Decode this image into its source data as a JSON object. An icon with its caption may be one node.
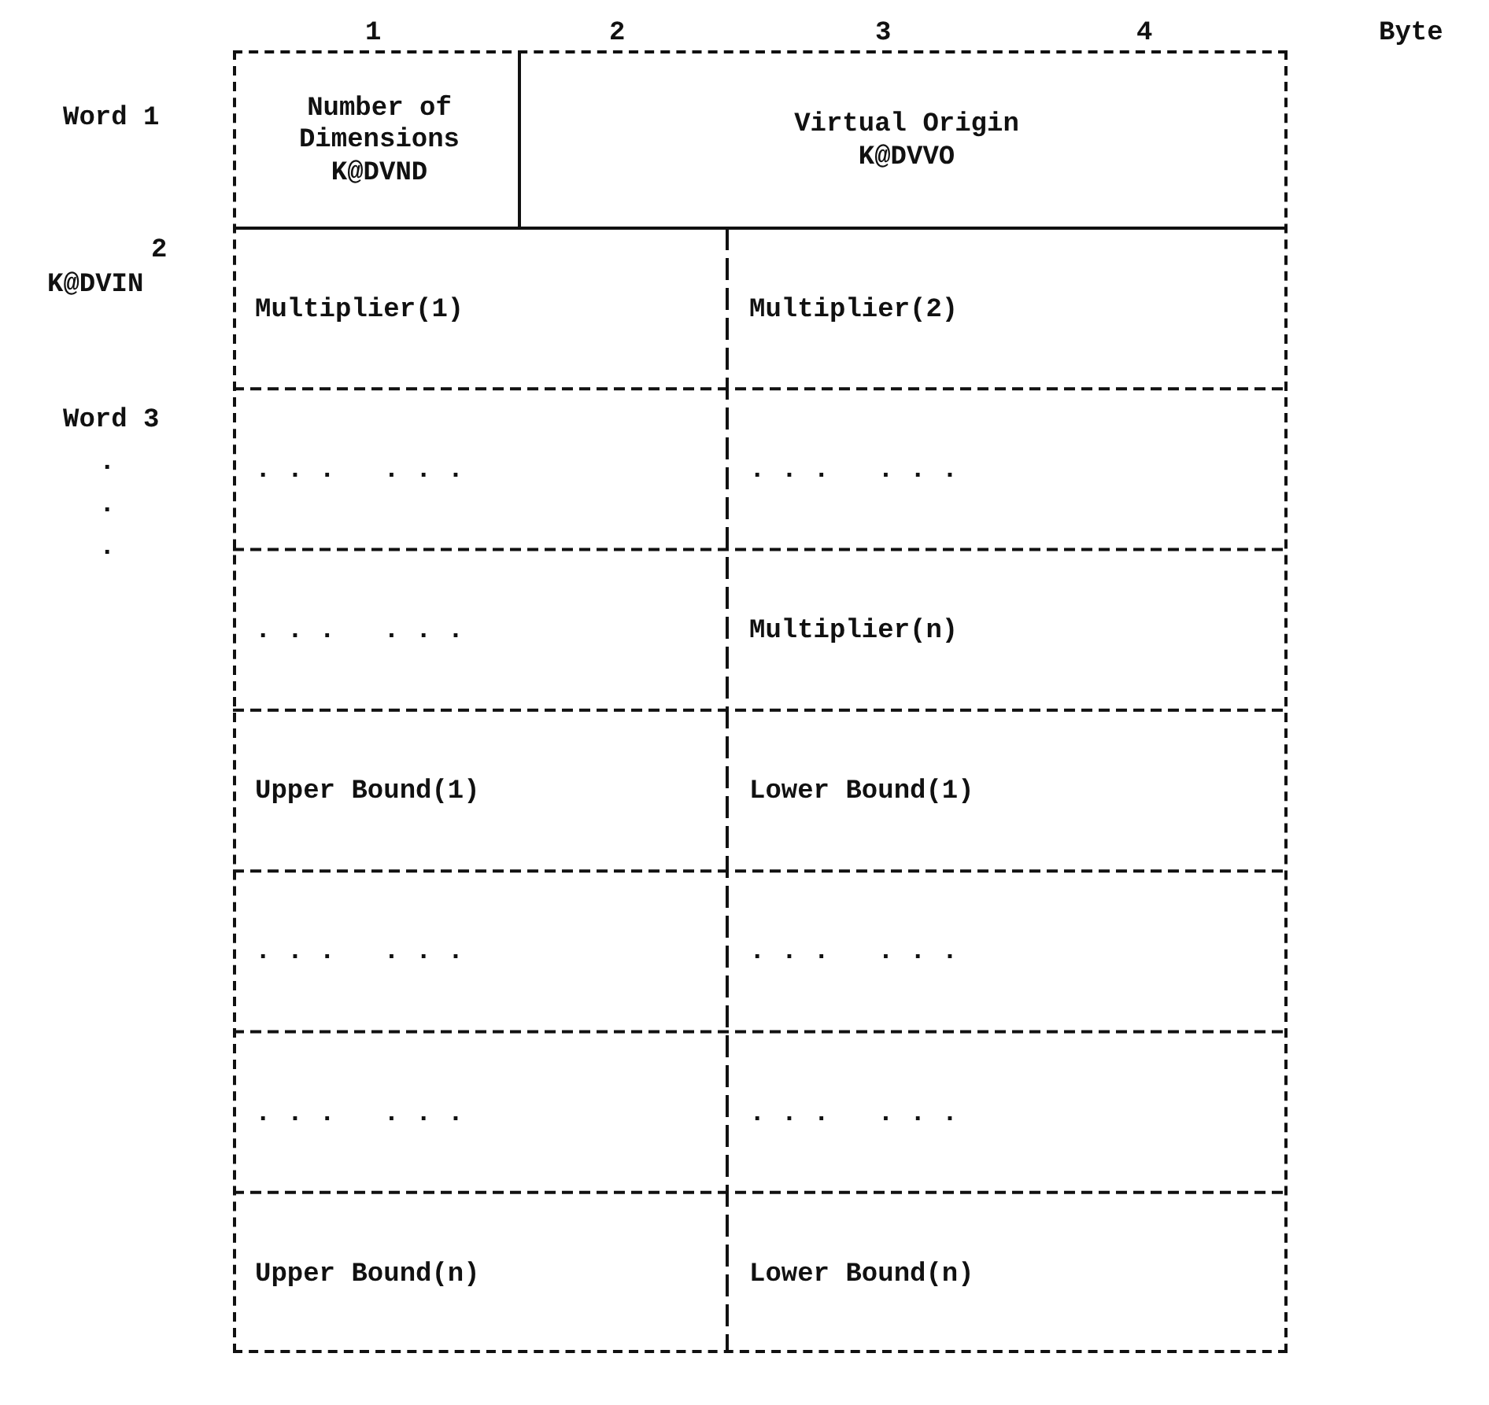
{
  "diagram": {
    "nodes": [
      {
        "text": [],
        "shape": "box"
      },
      {
        "text": [
          "Number of Dimensions",
          "K@DVND"
        ],
        "in": 0
      },
      {
        "text": [
          "Virtual Origin",
          "K@DVVO"
        ],
        "in": 0
      },
      {
        "text": [
          "Multiplier(1)"
        ],
        "in": 0
      },
      {
        "text": [
          "Multiplier(2)"
        ],
        "in": 0
      },
      {
        "text": [
          ". . .   . . ."
        ],
        "in": 0
      },
      {
        "text": [
          ". . .   . . ."
        ],
        "in": 0
      },
      {
        "text": [
          ". . .   . . ."
        ],
        "in": 0
      },
      {
        "text": [
          "Multiplier(n)"
        ],
        "in": 0
      },
      {
        "text": [
          "Upper Bound(1)"
        ],
        "in": 0
      },
      {
        "text": [
          "Lower Bound(1)"
        ],
        "in": 0
      },
      {
        "text": [
          ". . .   . . ."
        ],
        "in": 0
      },
      {
        "text": [
          ". . .   . . ."
        ],
        "in": 0
      },
      {
        "text": [
          ". . .   . . ."
        ],
        "in": 0
      },
      {
        "text": [
          ". . .   . . ."
        ],
        "in": 0
      },
      {
        "text": [
          "Upper Bound(n)"
        ],
        "in": 0
      },
      {
        "text": [
          "Lower Bound(n)"
        ],
        "in": 0
      }
    ],
    "labels": [
      "1",
      "2",
      "3",
      "4",
      "Byte",
      "Word 1",
      "2",
      "K@DVIN",
      "Word 3",
      ".",
      ".",
      "."
    ]
  }
}
